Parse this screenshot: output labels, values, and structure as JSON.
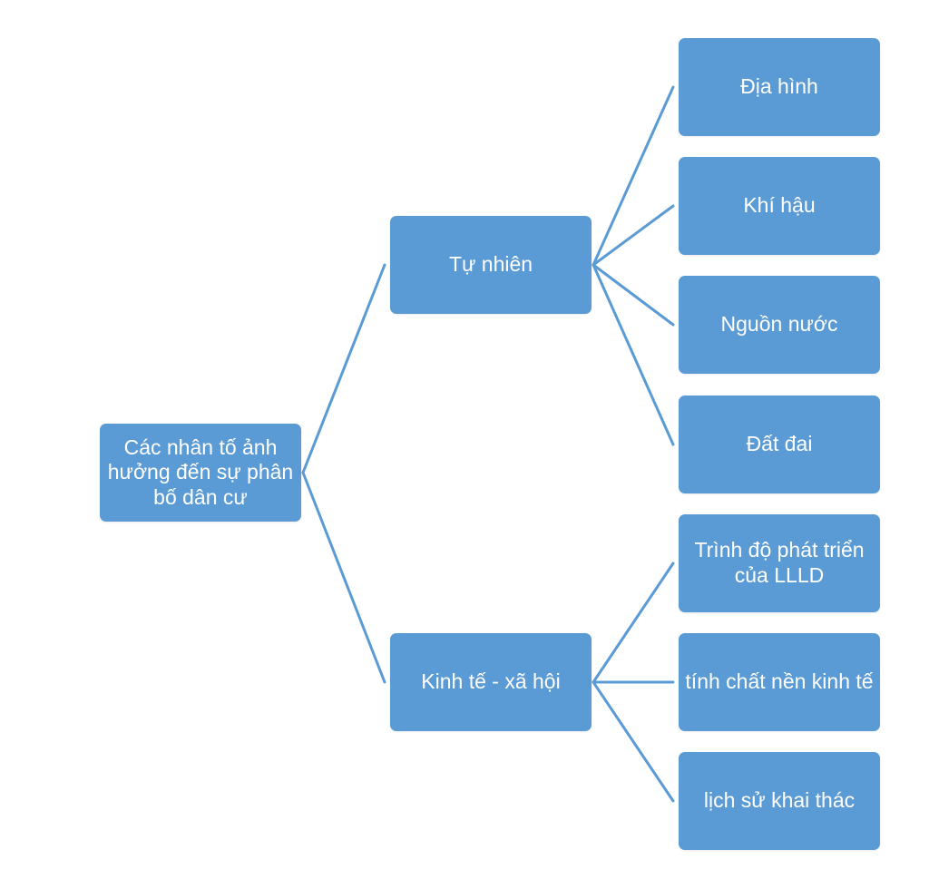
{
  "diagram": {
    "root": {
      "label": "Các nhân tố ảnh hưởng đến sự phân bố dân cư"
    },
    "branches": [
      {
        "label": "Tự nhiên",
        "children": [
          "Địa hình",
          "Khí hậu",
          "Nguồn nước",
          "Đất đai"
        ]
      },
      {
        "label": "Kinh tế - xã hội",
        "children": [
          "Trình độ phát triển của LLLD",
          "tính chất nền kinh tế",
          "lịch sử khai thác"
        ]
      }
    ]
  },
  "colors": {
    "node_fill": "#5b9bd5",
    "connector": "#5b9bd5",
    "text": "#ffffff"
  }
}
